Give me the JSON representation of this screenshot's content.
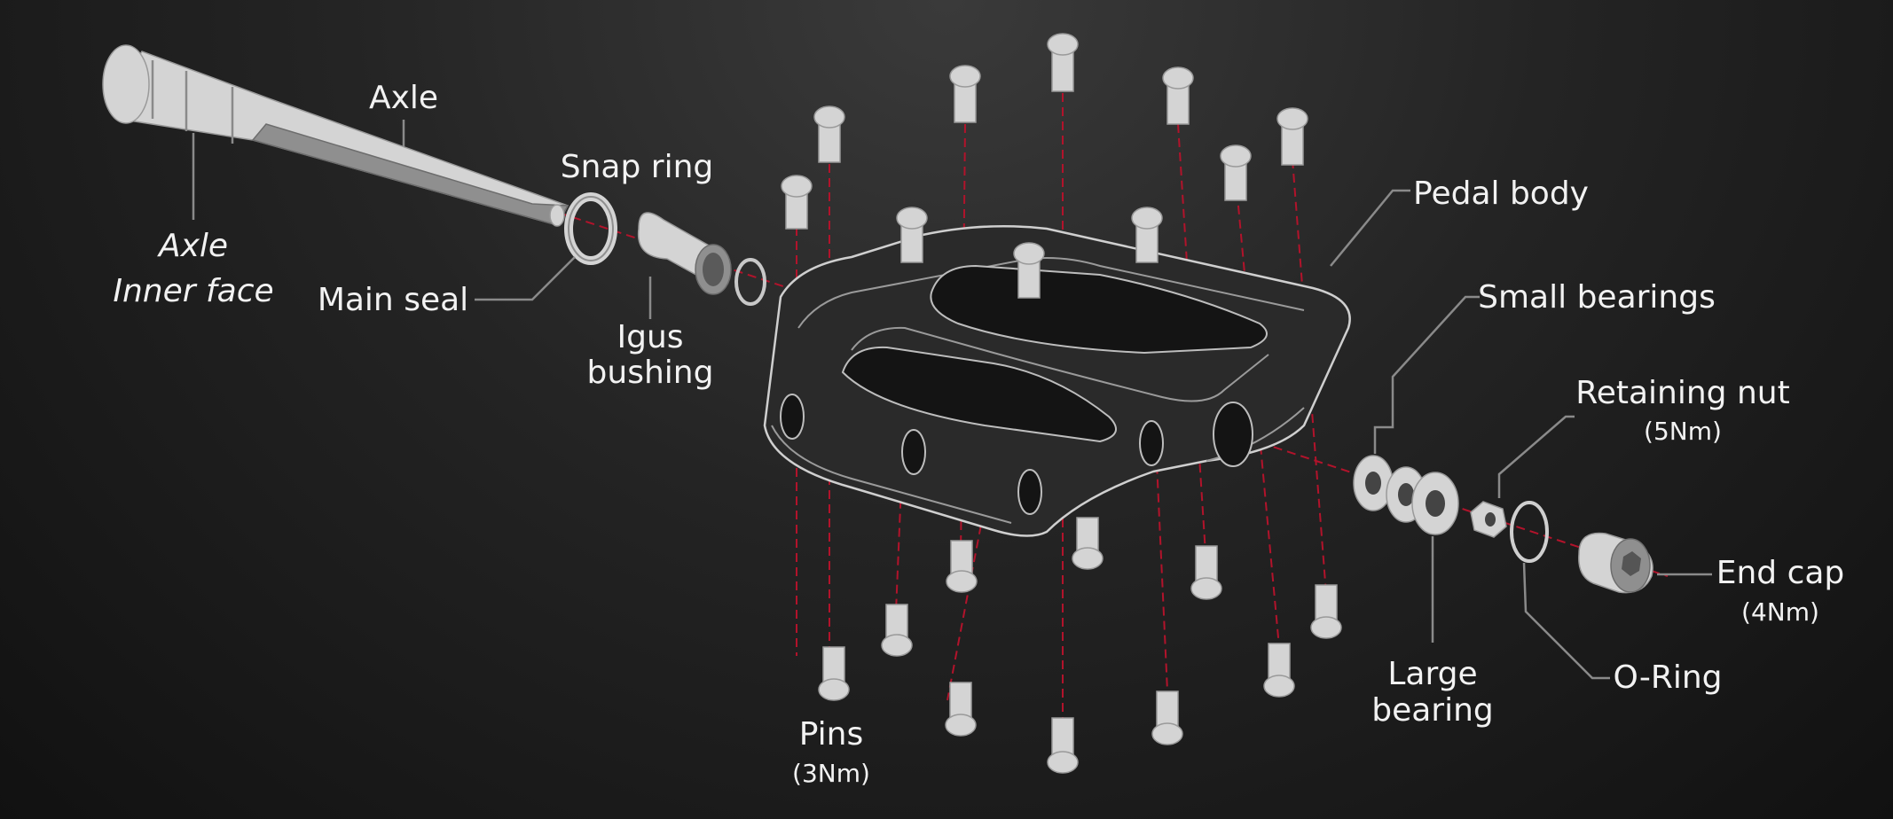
{
  "labels": {
    "axle": "Axle",
    "axle_inner_face_1": "Axle",
    "axle_inner_face_2": "Inner face",
    "snap_ring": "Snap ring",
    "main_seal": "Main seal",
    "igus_bushing_1": "Igus",
    "igus_bushing_2": "bushing",
    "pedal_body": "Pedal body",
    "small_bearings": "Small bearings",
    "retaining_nut": "Retaining nut",
    "retaining_nut_torque": "(5Nm)",
    "end_cap": "End cap",
    "end_cap_torque": "(4Nm)",
    "o_ring": "O-Ring",
    "large_bearing_1": "Large",
    "large_bearing_2": "bearing",
    "pins": "Pins",
    "pins_torque": "(3Nm)"
  },
  "colors": {
    "background": "#1a1a1a",
    "parts": "#d4d4d4",
    "assembly_axis": "#b2132b",
    "leader_lines": "#8a8a8a",
    "text": "#f2f2f2"
  }
}
